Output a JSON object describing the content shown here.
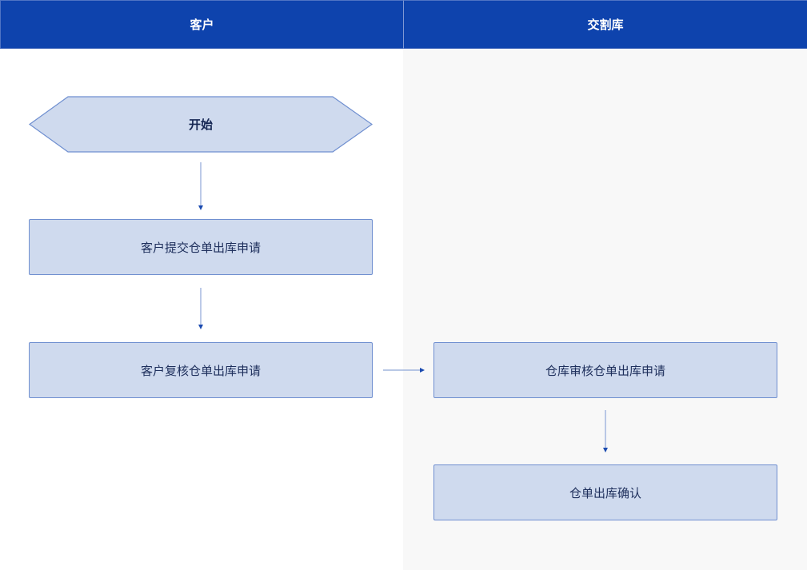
{
  "lanes": [
    {
      "title": "客户"
    },
    {
      "title": "交割库"
    }
  ],
  "nodes": {
    "start": {
      "label": "开始",
      "shape": "hexagon",
      "lane": "客户"
    },
    "submit": {
      "label": "客户提交仓单出库申请",
      "shape": "rectangle",
      "lane": "客户"
    },
    "review": {
      "label": "客户复核仓单出库申请",
      "shape": "rectangle",
      "lane": "客户"
    },
    "warehouse_review": {
      "label": "仓库审核仓单出库申请",
      "shape": "rectangle",
      "lane": "交割库"
    },
    "confirm": {
      "label": "仓单出库确认",
      "shape": "rectangle",
      "lane": "交割库"
    }
  },
  "edges": [
    {
      "from": "start",
      "to": "submit"
    },
    {
      "from": "submit",
      "to": "review"
    },
    {
      "from": "review",
      "to": "warehouse_review"
    },
    {
      "from": "warehouse_review",
      "to": "confirm"
    }
  ],
  "colors": {
    "header_bg": "#0e43ad",
    "header_text": "#ffffff",
    "node_fill": "#cfdaee",
    "node_border": "#6f8fd0",
    "node_text": "#1e2f5c",
    "arrow_line": "#8fa6d8",
    "arrow_head": "#1b4bb0",
    "lane_right_bg": "#f8f8f8"
  }
}
